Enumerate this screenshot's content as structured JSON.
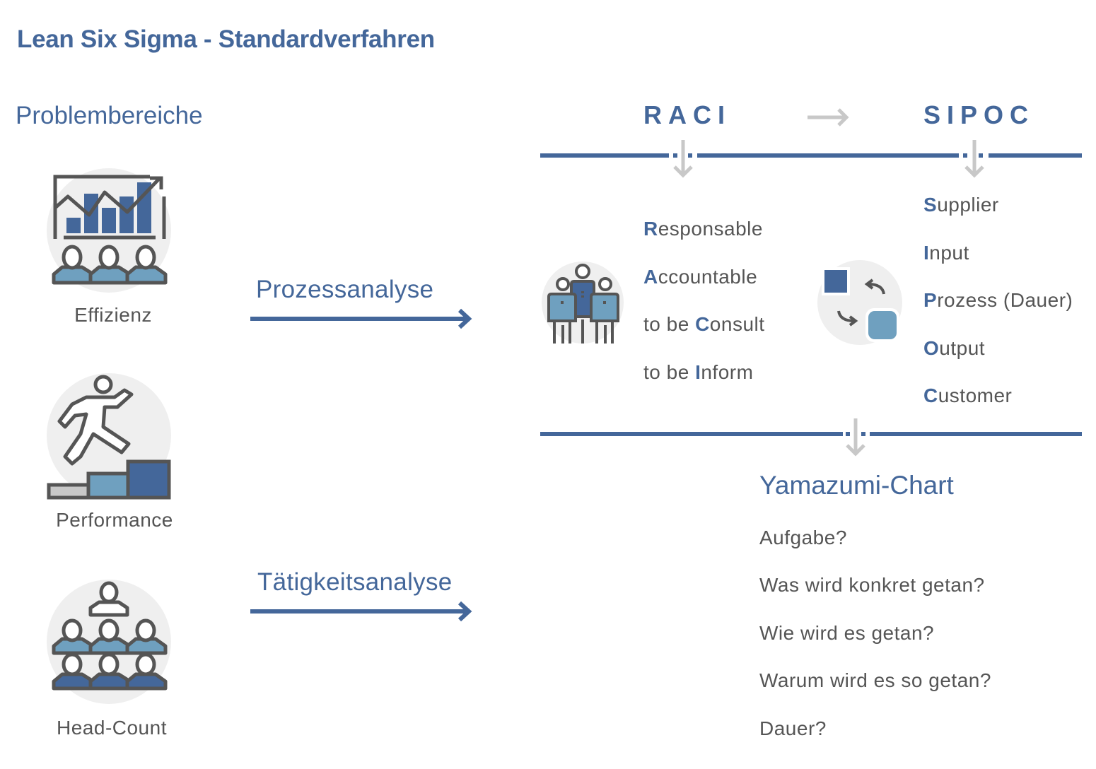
{
  "title": "Lean Six Sigma - Standardverfahren",
  "problem_section": {
    "heading": "Problembereiche",
    "items": [
      {
        "label": "Effizienz",
        "icon": "presentation-chart-audience-icon"
      },
      {
        "label": "Performance",
        "icon": "runner-podium-icon"
      },
      {
        "label": "Head-Count",
        "icon": "team-hierarchy-icon"
      }
    ]
  },
  "flows": [
    {
      "label": "Prozessanalyse"
    },
    {
      "label": "Tätigkeitsanalyse"
    }
  ],
  "raci": {
    "heading": "RACI",
    "icon": "team-group-icon",
    "items": [
      {
        "accent": "R",
        "rest": "esponsable",
        "prefix": ""
      },
      {
        "accent": "A",
        "rest": "ccountable",
        "prefix": ""
      },
      {
        "prefix": "to be ",
        "accent": "C",
        "rest": "onsult"
      },
      {
        "prefix": "to be ",
        "accent": "I",
        "rest": "nform"
      }
    ]
  },
  "sipoc": {
    "heading": "SIPOC",
    "icon": "exchange-squares-icon",
    "items": [
      {
        "accent": "S",
        "rest": "upplier"
      },
      {
        "accent": "I",
        "rest": "nput"
      },
      {
        "accent": "P",
        "rest": "rozess (Dauer)"
      },
      {
        "accent": "O",
        "rest": "utput"
      },
      {
        "accent": "C",
        "rest": "ustomer"
      }
    ]
  },
  "yamazumi": {
    "heading": "Yamazumi-Chart",
    "questions": [
      "Aufgabe?",
      "Was wird konkret getan?",
      "Wie wird es getan?",
      "Warum wird es so getan?",
      "Dauer?"
    ]
  },
  "colors": {
    "primary": "#44679a",
    "secondary": "#6fa0bf",
    "outline": "#555555",
    "arrow_gray": "#c8c8c8",
    "circle_bg": "#efefef"
  }
}
